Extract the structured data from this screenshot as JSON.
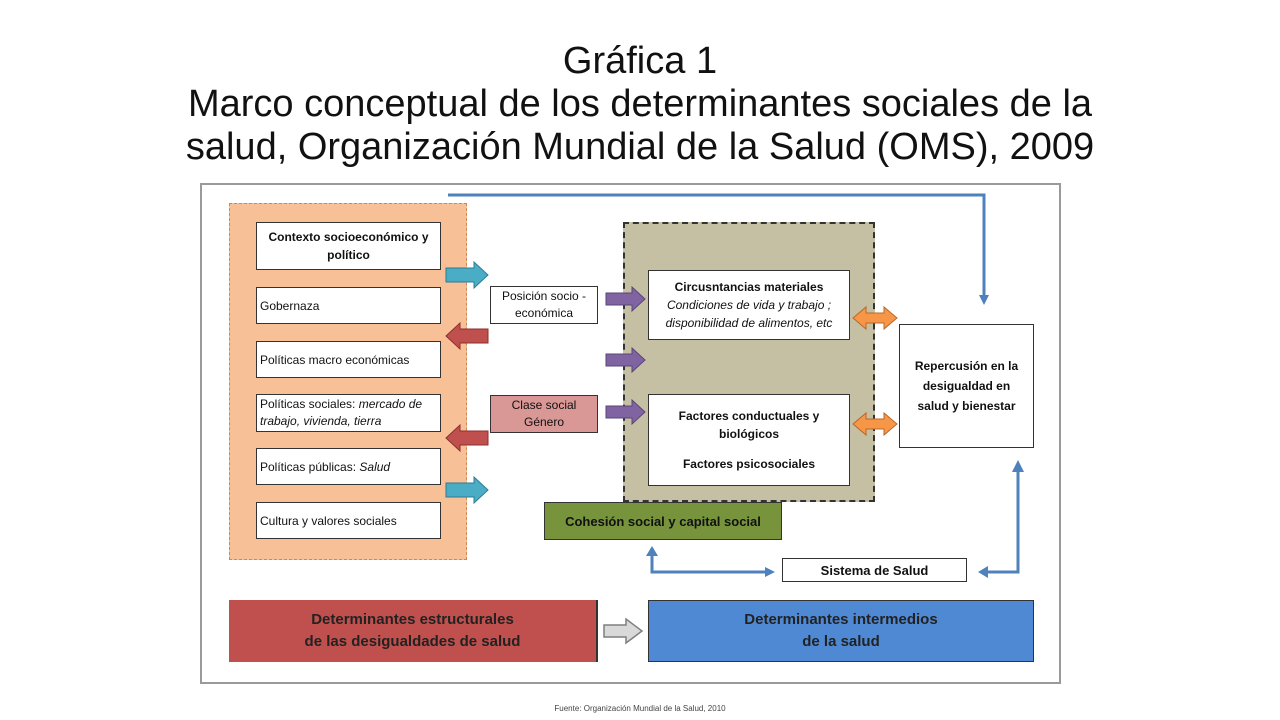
{
  "title": {
    "line1": "Gráfica 1",
    "line2": "Marco conceptual de los determinantes sociales de la",
    "line3": "salud, Organización Mundial de la Salud (OMS), 2009"
  },
  "structural": {
    "items": [
      {
        "l1": "Contexto socioeconómico y",
        "l2": "político"
      },
      {
        "text": "Gobernaza"
      },
      {
        "text": "Políticas macro económicas"
      },
      {
        "lead": "Políticas sociales: ",
        "italic1": "mercado de",
        "italic2": "trabajo, vivienda, tierra"
      },
      {
        "lead": "Políticas públicas: ",
        "italic": "Salud"
      },
      {
        "text": "Cultura y valores sociales"
      }
    ]
  },
  "position": {
    "l1": "Posición socio -",
    "l2": "económica"
  },
  "class": {
    "l1": "Clase social",
    "l2": "Género"
  },
  "material": {
    "title": "Circusntancias materiales",
    "l1": "Condiciones de vida y trabajo ;",
    "l2": "disponibilidad de alimentos, etc"
  },
  "behavioral": {
    "l1": "Factores conductuales y",
    "l2": "biológicos",
    "l3": "Factores psicosociales"
  },
  "impact": {
    "l1": "Repercusión en la",
    "l2": "desigualdad en",
    "l3": "salud y bienestar"
  },
  "cohesion": "Cohesión social y capital social",
  "health_system": "Sistema de Salud",
  "footer_left": {
    "l1": "Determinantes estructurales",
    "l2": "de las desigualdades de salud"
  },
  "footer_right": {
    "l1": "Determinantes intermedios",
    "l2": "de la salud"
  },
  "source": "Fuente: Organización Mundial de la Salud, 2010",
  "colors": {
    "cyan_arrow": "#4bacc6",
    "red_arrow": "#c0504d",
    "purple_arrow": "#8064a2",
    "orange_arrow": "#f79646",
    "blue_line": "#4f81bd",
    "gray_arrow": "#bfbfbf"
  }
}
